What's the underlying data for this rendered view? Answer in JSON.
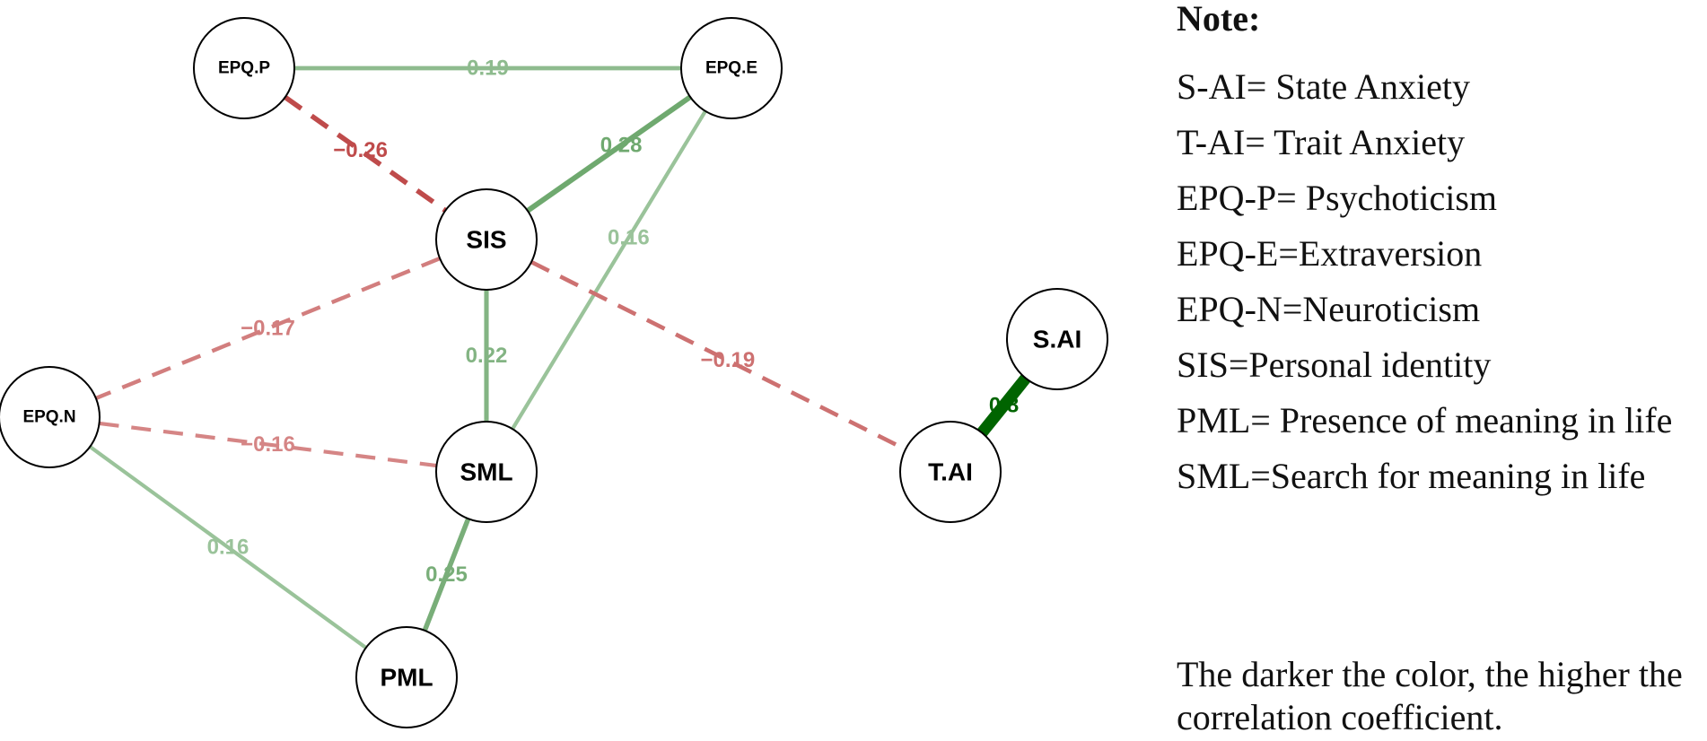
{
  "diagram": {
    "nodes": [
      {
        "id": "EPQ.P",
        "label": "EPQ.P"
      },
      {
        "id": "EPQ.E",
        "label": "EPQ.E"
      },
      {
        "id": "SIS",
        "label": "SIS"
      },
      {
        "id": "EPQ.N",
        "label": "EPQ.N"
      },
      {
        "id": "SML",
        "label": "SML"
      },
      {
        "id": "PML",
        "label": "PML"
      },
      {
        "id": "S.AI",
        "label": "S.AI"
      },
      {
        "id": "T.AI",
        "label": "T.AI"
      }
    ],
    "edges": [
      {
        "from": "EPQ.P",
        "to": "EPQ.E",
        "label": "0.19",
        "weight": 0.19,
        "sign": "positive"
      },
      {
        "from": "EPQ.P",
        "to": "SIS",
        "label": "−0.26",
        "weight": -0.26,
        "sign": "negative"
      },
      {
        "from": "EPQ.E",
        "to": "SIS",
        "label": "0.28",
        "weight": 0.28,
        "sign": "positive"
      },
      {
        "from": "EPQ.E",
        "to": "SML",
        "label": "0.16",
        "weight": 0.16,
        "sign": "positive"
      },
      {
        "from": "SIS",
        "to": "EPQ.N",
        "label": "−0.17",
        "weight": -0.17,
        "sign": "negative"
      },
      {
        "from": "SIS",
        "to": "SML",
        "label": "0.22",
        "weight": 0.22,
        "sign": "positive"
      },
      {
        "from": "SIS",
        "to": "T.AI",
        "label": "−0.19",
        "weight": -0.19,
        "sign": "negative"
      },
      {
        "from": "EPQ.N",
        "to": "SML",
        "label": "−0.16",
        "weight": -0.16,
        "sign": "negative"
      },
      {
        "from": "EPQ.N",
        "to": "PML",
        "label": "0.16",
        "weight": 0.16,
        "sign": "positive"
      },
      {
        "from": "SML",
        "to": "PML",
        "label": "0.25",
        "weight": 0.25,
        "sign": "positive"
      },
      {
        "from": "T.AI",
        "to": "S.AI",
        "label": "0.8",
        "weight": 0.8,
        "sign": "positive"
      }
    ]
  },
  "note": {
    "title": "Note:",
    "lines": [
      "S-AI= State Anxiety",
      "T-AI= Trait Anxiety",
      "EPQ-P= Psychoticism",
      "EPQ-E=Extraversion",
      "EPQ-N=Neuroticism",
      "SIS=Personal identity",
      "PML= Presence of meaning in life",
      "SML=Search for meaning in life"
    ],
    "footer": "The darker the color, the higher the correlation coefficient."
  },
  "colors": {
    "positive_dark": "#006400",
    "positive_light": "#c8dfc8",
    "negative_dark": "#c86464",
    "negative_light": "#f0cccc"
  }
}
